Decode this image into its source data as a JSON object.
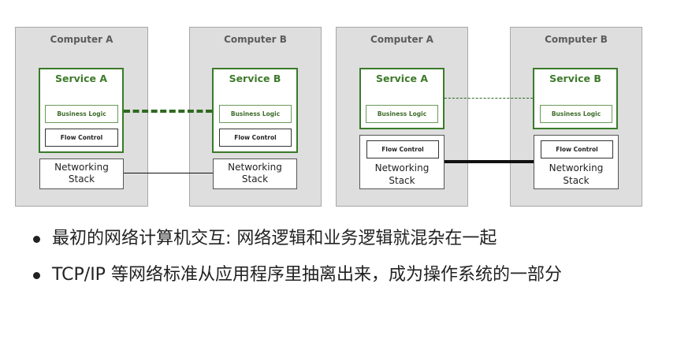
{
  "diagram": {
    "left_panel": {
      "computer_a": {
        "title": "Computer A",
        "service": {
          "title": "Service A",
          "business_logic": "Business Logic",
          "flow_control": "Flow Control"
        },
        "networking": {
          "line1": "Networking",
          "line2": "Stack"
        }
      },
      "computer_b": {
        "title": "Computer B",
        "service": {
          "title": "Service B",
          "business_logic": "Business Logic",
          "flow_control": "Flow Control"
        },
        "networking": {
          "line1": "Networking",
          "line2": "Stack"
        }
      }
    },
    "right_panel": {
      "computer_a": {
        "title": "Computer A",
        "service": {
          "title": "Service A",
          "business_logic": "Business Logic"
        },
        "networking": {
          "flow_control": "Flow Control",
          "line1": "Networking",
          "line2": "Stack"
        }
      },
      "computer_b": {
        "title": "Computer B",
        "service": {
          "title": "Service B",
          "business_logic": "Business Logic"
        },
        "networking": {
          "flow_control": "Flow Control",
          "line1": "Networking",
          "line2": "Stack"
        }
      }
    },
    "colors": {
      "computer_bg": "#dedede",
      "service_border": "#3a7a2a",
      "service_text": "#3d7a2a",
      "logical_link": "#2f6a1f",
      "physical_link": "#111111"
    }
  },
  "bullets": [
    "最初的网络计算机交互: 网络逻辑和业务逻辑就混杂在一起",
    "TCP/IP 等网络标准从应用程序里抽离出来，成为操作系统的一部分"
  ]
}
